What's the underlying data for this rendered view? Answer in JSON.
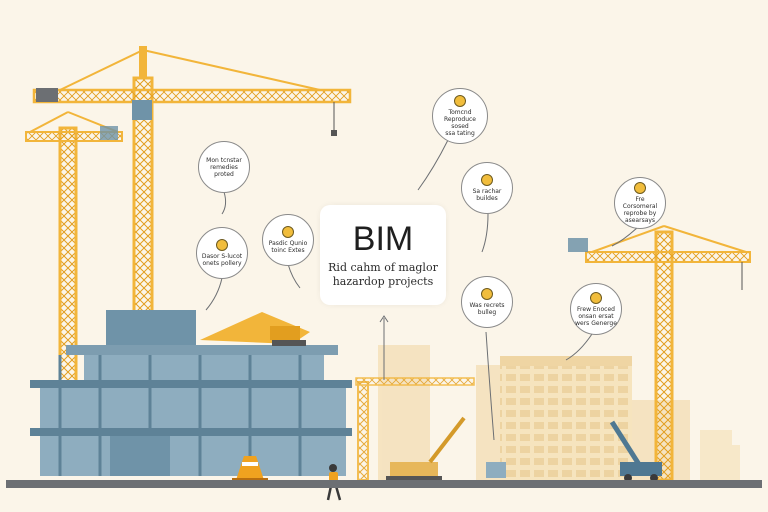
{
  "card": {
    "title": "BIM",
    "subtitle": "Rid cahm of maglor\nhazardop projects"
  },
  "bubbles": [
    {
      "text": "Mon tcnstar\nremedies\nproted"
    },
    {
      "text": "Dasor S-lucot\nonets pollery"
    },
    {
      "text": "Pasdic Qunio\ntoinc Extes"
    },
    {
      "text": "Tomcnd\nReproduce sosed\nssa tating"
    },
    {
      "text": "Sa rachar\nbuildes"
    },
    {
      "text": "Was recrets\nbulleg"
    },
    {
      "text": "Fre Corsomeral\nreprobe by\nasearsays"
    },
    {
      "text": "Frew Enoced\nonsan ersat\nwers Generge"
    }
  ],
  "colors": {
    "crane": "#f2b53a",
    "building_blue": "#6f93a8",
    "building_pale": "#f3dcae",
    "ground": "#6c6f73",
    "background": "#fbf5e9"
  }
}
